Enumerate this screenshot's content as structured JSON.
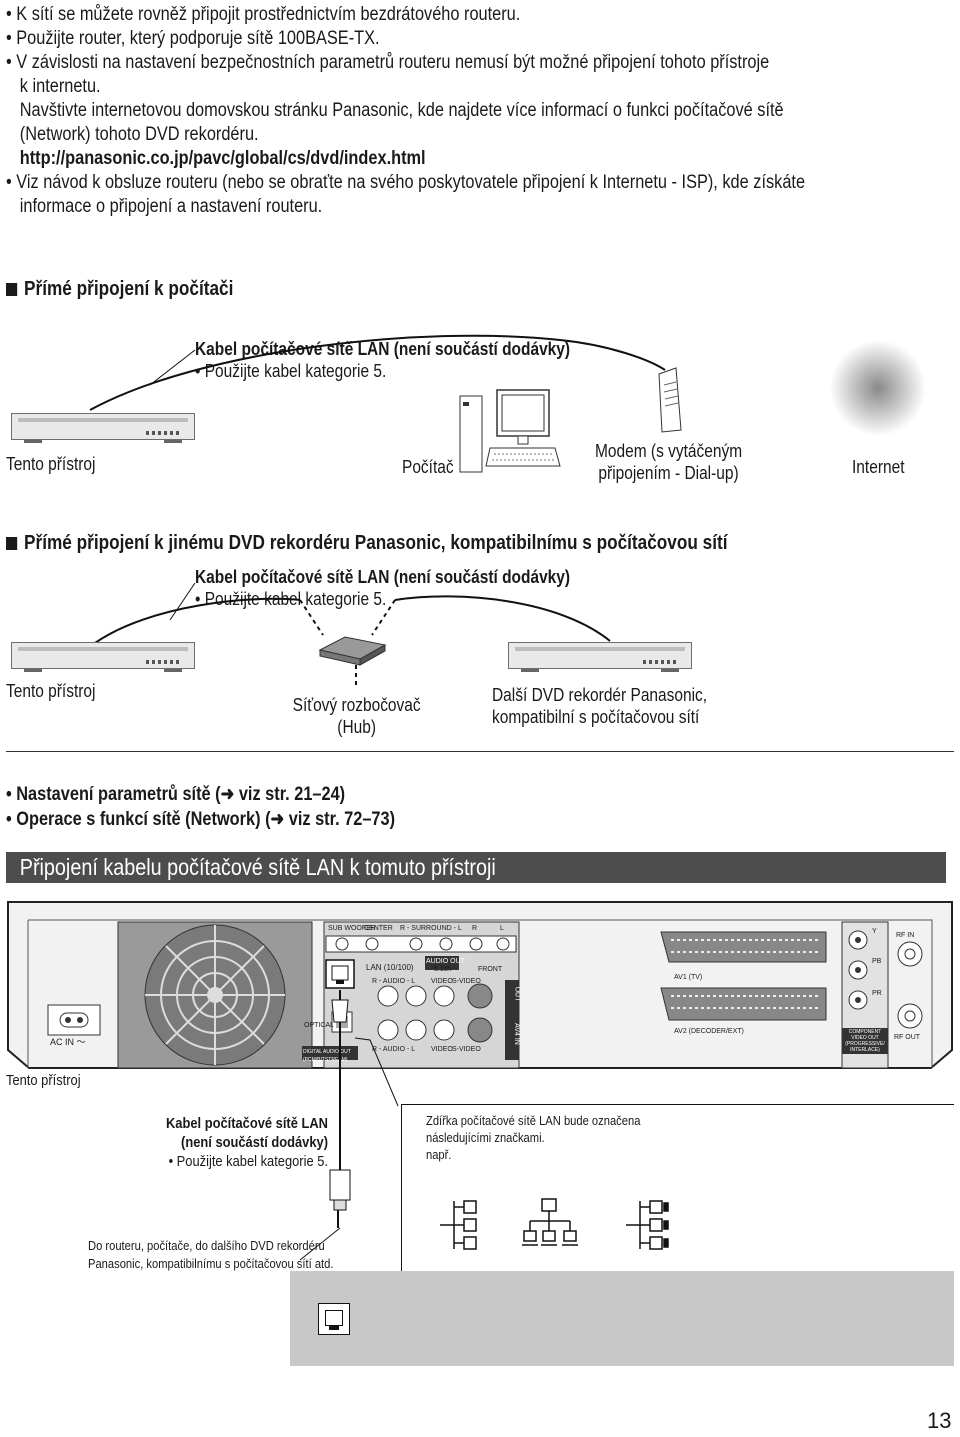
{
  "intro_bullets": [
    "• K sítí se můžete rovněž připojit prostřednictvím bezdrátového routeru.",
    "• Použijte router, který podporuje sítě 100BASE-TX.",
    "• V závislosti na nastavení bezpečnostních parametrů routeru nemusí být možné připojení tohoto přístroje",
    "k internetu.",
    "Navštivte internetovou domovskou stránku Panasonic, kde najdete více informací o funkci  počítačové sítě",
    "(Network) tohoto DVD rekordéru.",
    "http://panasonic.co.jp/pavc/global/cs/dvd/index.html",
    "• Viz návod k obsluze routeru (nebo se obraťte na svého poskytovatele připojení k Internetu - ISP), kde získáte",
    "informace o připojení a nastavení routeru."
  ],
  "section1": {
    "heading": "Přímé připojení k počítači",
    "cable_label": "Kabel počítačové sítě LAN (není součástí dodávky)",
    "cable_note": "• Použijte kabel kategorie 5.",
    "devices": {
      "this_unit": "Tento přístroj",
      "computer": "Počítač",
      "modem_line1": "Modem (s vytáčeným",
      "modem_line2": "připojením - Dial-up)",
      "internet": "Internet"
    }
  },
  "section2": {
    "heading": "Přímé připojení k jinému DVD rekordéru Panasonic, kompatibilnímu s počítačovou sítí",
    "cable_label": "Kabel počítačové sítě LAN (není součástí dodávky)",
    "cable_note": "• Použijte kabel kategorie 5.",
    "devices": {
      "this_unit": "Tento přístroj",
      "hub_line1": "Síťový rozbočovač",
      "hub_line2": "(Hub)",
      "other_line1": "Další DVD rekordér Panasonic,",
      "other_line2": "kompatibilní s počítačovou sítí"
    }
  },
  "refs": {
    "settings": "• Nastavení parametrů sítě (",
    "settings_page": " viz str. 21–24)",
    "ops": "• Operace s funkcí sítě (Network) (",
    "ops_page": " viz str. 72–73)"
  },
  "banner": "Připojení kabelu počítačové sítě LAN k tomuto přístroji",
  "rear_panel": {
    "ac_in": "AC IN",
    "subwoofer": "SUB WOOFER",
    "center": "CENTER",
    "surround": "R - SURROUND - L",
    "r": "R",
    "l": "L",
    "audio_out": "AUDIO OUT",
    "ch51": "5.1ch",
    "lan": "LAN (10/100)",
    "front": "FRONT",
    "r_audio_l": "R - AUDIO - L",
    "video": "VIDEO",
    "svideo": "S-VIDEO",
    "out": "OUT",
    "av4_in": "AV4 IN",
    "optical": "OPTICAL",
    "digital": "DIGITAL AUDIO OUT (PCM/BITSTREAM)",
    "av1": "AV1  (TV)",
    "av2": "AV2  (DECODER/EXT)",
    "y": "Y",
    "pb": "PB",
    "pr": "PR",
    "rf_in": "RF IN",
    "rf_out": "RF OUT",
    "component": "COMPONENT VIDEO OUT (PROGRESSIVE/ INTERLACE)"
  },
  "this_unit_caption": "Tento přístroj",
  "lan_cable": {
    "line1": "Kabel počítačové sítě LAN",
    "line2": "(není součástí dodávky)",
    "line3": "• Použijte kabel kategorie 5."
  },
  "destination": {
    "line1": "Do routeru, počítače, do dalšího DVD rekordéru",
    "line2": "Panasonic, kompatibilnímu s počítačovou sítí atd."
  },
  "marks_note": {
    "line1": "Zdířka počítačové sítě LAN bude označena",
    "line2": "následujícími značkami.",
    "line3": "např."
  },
  "page_number": "13"
}
